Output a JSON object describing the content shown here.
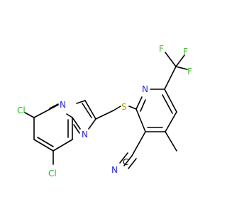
{
  "colors": {
    "bond": "#000000",
    "chlorine": "#1fb81f",
    "nitrogen": "#2424ff",
    "sulfur": "#b5a300",
    "fluorine": "#49bf34"
  },
  "atoms": {
    "cl_top": "Cl",
    "cl_bottom": "Cl",
    "n_bridgehead": "N",
    "n_imidazole": "N",
    "s": "S",
    "n_pyridine": "N",
    "n_nitrile": "N",
    "c_nitrile": "C",
    "f1": "F",
    "f2": "F",
    "f3": "F"
  }
}
